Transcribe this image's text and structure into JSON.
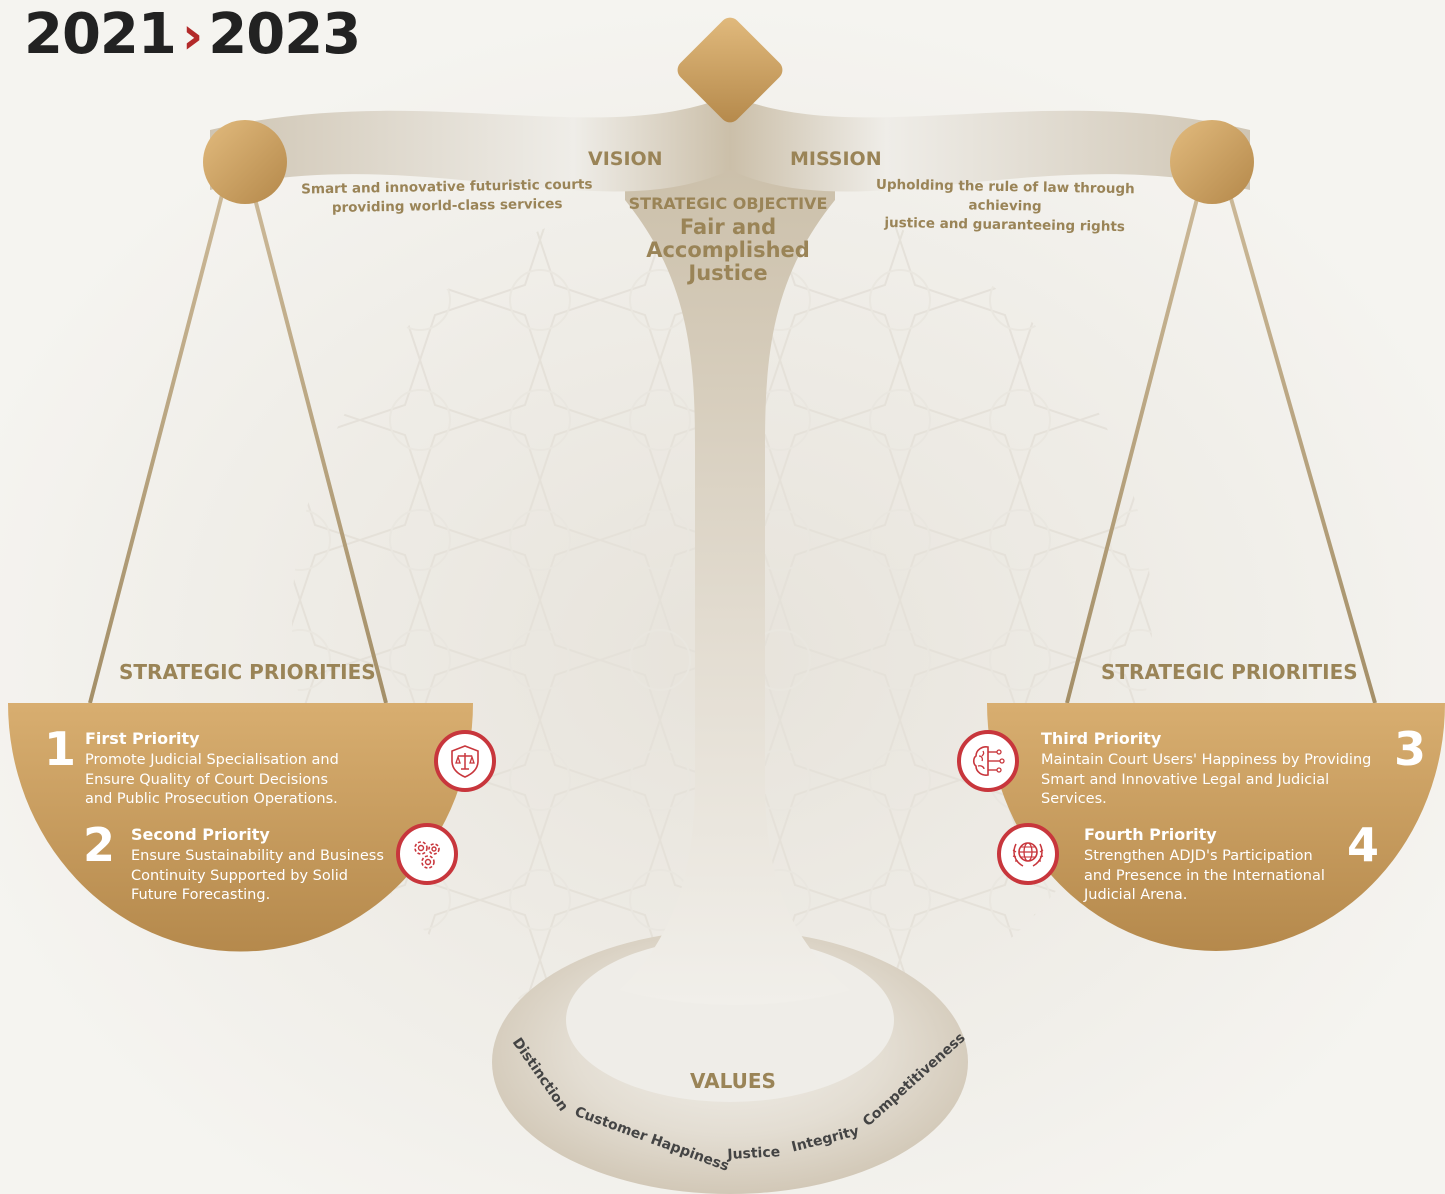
{
  "header": {
    "year_start": "2021",
    "separator": "›",
    "year_end": "2023"
  },
  "vision": {
    "label": "VISION",
    "text_line1": "Smart and innovative futuristic courts",
    "text_line2": "providing world-class services"
  },
  "mission": {
    "label": "MISSION",
    "text_line1": "Upholding the rule of law through achieving",
    "text_line2": "justice and guaranteeing rights"
  },
  "strategic_objective": {
    "heading": "STRATEGIC OBJECTIVE",
    "line1": "Fair and",
    "line2": "Accomplished",
    "line3": "Justice"
  },
  "strategic_priorities_heading": "STRATEGIC PRIORITIES",
  "priorities": [
    {
      "number": "1",
      "title": "First Priority",
      "lines": [
        "Promote Judicial Specialisation and",
        "Ensure Quality of Court Decisions",
        "and Public Prosecution Operations."
      ],
      "icon": "scales-shield-icon"
    },
    {
      "number": "2",
      "title": "Second Priority",
      "lines": [
        "Ensure Sustainability and Business",
        "Continuity Supported by Solid",
        "Future Forecasting."
      ],
      "icon": "gears-icon"
    },
    {
      "number": "3",
      "title": "Third Priority",
      "lines": [
        "Maintain Court Users' Happiness by Providing",
        "Smart and Innovative Legal and Judicial Services."
      ],
      "icon": "brain-circuit-icon"
    },
    {
      "number": "4",
      "title": "Fourth Priority",
      "lines": [
        "Strengthen ADJD's Participation",
        "and Presence in the International",
        "Judicial Arena."
      ],
      "icon": "globe-laurel-icon"
    }
  ],
  "values": {
    "heading": "VALUES",
    "items": [
      "Distinction",
      "Customer Happiness",
      "Justice",
      "Integrity",
      "Competitiveness"
    ]
  },
  "colors": {
    "gold": "#c9a064",
    "gold_dark": "#b4884a",
    "text_gold": "#9a8457",
    "accent_red": "#c8363c",
    "arrow_red": "#b32a2a"
  }
}
